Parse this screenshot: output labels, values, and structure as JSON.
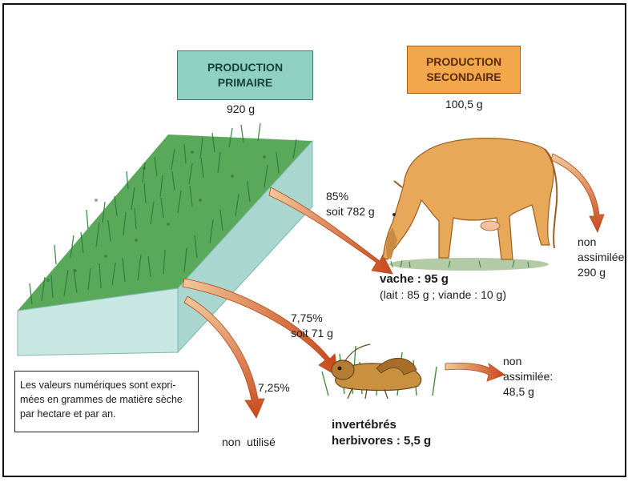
{
  "primary": {
    "line1": "PRODUCTION",
    "line2": "PRIMAIRE",
    "value": "920 g"
  },
  "secondary": {
    "line1": "PRODUCTION",
    "line2": "SECONDAIRE",
    "value": "100,5 g"
  },
  "cow_flow": {
    "percent": "85%",
    "amount": "soit 782 g"
  },
  "cow": {
    "title": "vache : 95 g",
    "detail": "(lait : 85 g ; viande : 10 g)"
  },
  "cow_loss": {
    "line1": "non",
    "line2": "assimilée",
    "line3": "290 g"
  },
  "insect_flow": {
    "percent": "7,75%",
    "amount": "soit 71 g"
  },
  "insect": {
    "line1": "invertébrés",
    "line2": "herbivores : 5,5 g"
  },
  "insect_loss": {
    "line1": "non",
    "line2": "assimilée:",
    "line3": "48,5 g"
  },
  "unused_flow": {
    "percent": "7,25%",
    "label": "non  utilisé"
  },
  "note": {
    "line1": "Les valeurs numériques sont expri-",
    "line2": "mées en grammes de matière sèche",
    "line3": "par hectare et par an."
  },
  "colors": {
    "arrow": "#c95a1a",
    "grass": "#3f9a4a",
    "slab": "#bfe0dc",
    "cow": "#e7a85a",
    "primary_box": "#8fd0c3",
    "secondary_box": "#f2a74b"
  }
}
